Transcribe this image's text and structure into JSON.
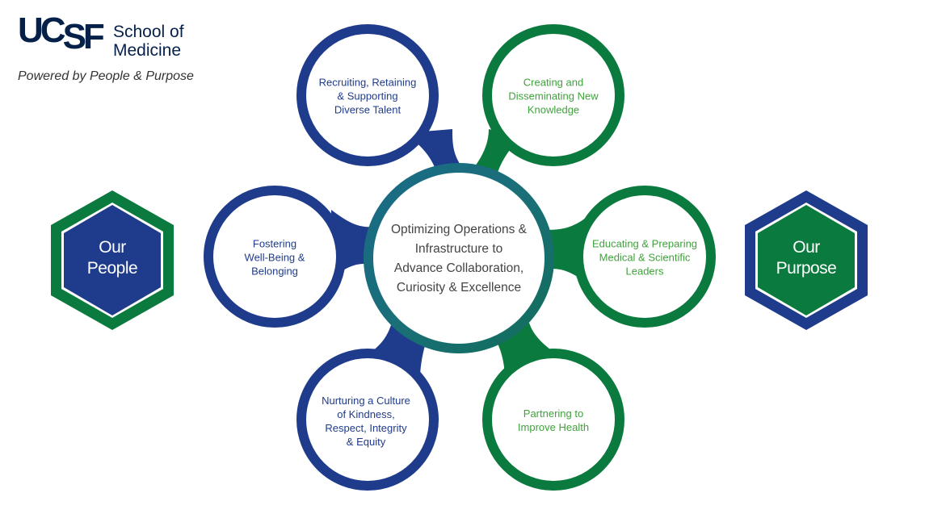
{
  "logo": {
    "mark": "UC",
    "mark_sf": "SF",
    "school_line1": "School of",
    "school_line2": "Medicine",
    "tagline": "Powered by People & Purpose"
  },
  "center": {
    "lines": [
      "Optimizing Operations &",
      "Infrastructure to",
      "Advance Collaboration,",
      "Curiosity & Excellence"
    ]
  },
  "nodes": [
    {
      "id": "recruiting",
      "lines": [
        "Recruiting, Retaining",
        "& Supporting",
        "Diverse Talent"
      ],
      "color": "#1f3b8c"
    },
    {
      "id": "creating",
      "lines": [
        "Creating and",
        "Disseminating New",
        "Knowledge"
      ],
      "color": "#0b7a3e"
    },
    {
      "id": "fostering",
      "lines": [
        "Fostering",
        "Well-Being &",
        "Belonging"
      ],
      "color": "#1f3b8c"
    },
    {
      "id": "educating",
      "lines": [
        "Educating & Preparing",
        "Medical & Scientific",
        "Leaders"
      ],
      "color": "#0b7a3e"
    },
    {
      "id": "nurturing",
      "lines": [
        "Nurturing a Culture",
        "of Kindness,",
        "Respect, Integrity",
        "& Equity"
      ],
      "color": "#1f3b8c"
    },
    {
      "id": "partnering",
      "lines": [
        "Partnering to",
        "Improve Health"
      ],
      "color": "#0b7a3e"
    }
  ],
  "hexagons": {
    "people": {
      "lines": [
        "Our",
        "People"
      ],
      "fill": "#1f3b8c",
      "border": "#0b7a3e"
    },
    "purpose": {
      "lines": [
        "Our",
        "Purpose"
      ],
      "fill": "#0b7a3e",
      "border": "#1f3b8c"
    }
  },
  "colors": {
    "blue": "#1f3b8c",
    "green": "#0b7a3e",
    "green_text": "#3fa23c",
    "teal": "#1a6f78"
  }
}
